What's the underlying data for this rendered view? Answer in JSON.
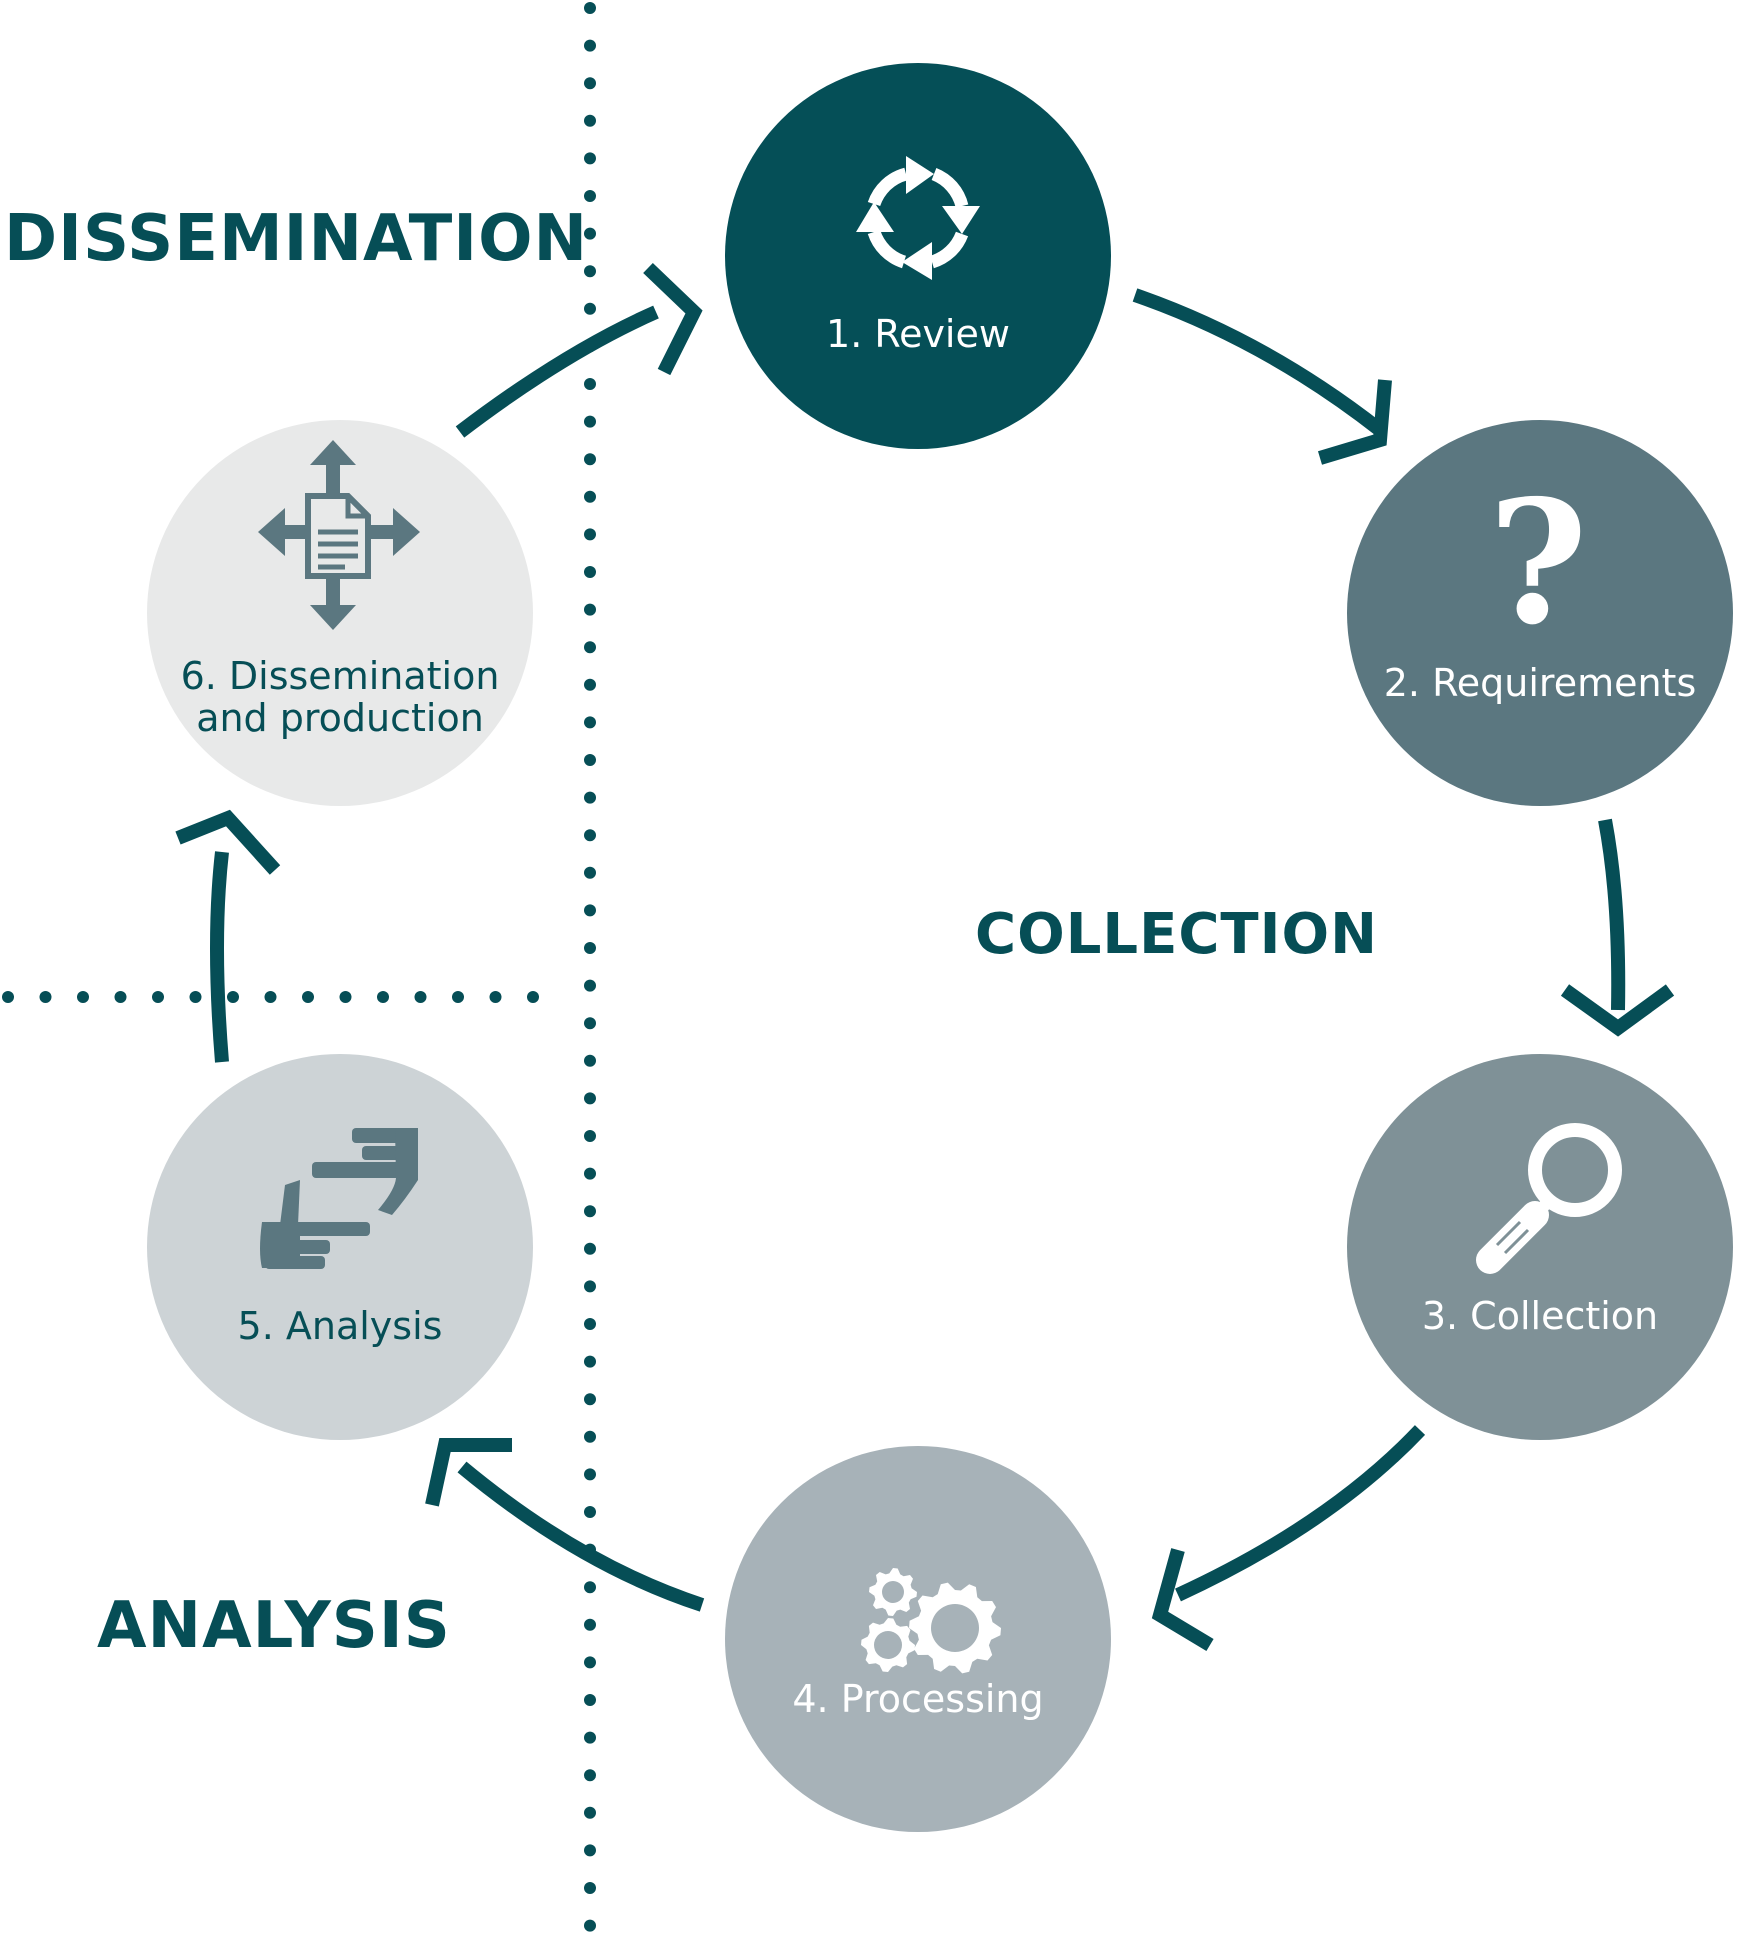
{
  "sections": {
    "dissemination": "DISSEMINATION",
    "collection": "COLLECTION",
    "analysis": "ANALYSIS"
  },
  "steps": [
    {
      "label": "1. Review",
      "icon": "refresh-cycle-icon",
      "fill": "#054f57",
      "text_color": "#ffffff"
    },
    {
      "label": "2. Requirements",
      "icon": "question-mark-icon",
      "fill": "#5b7780",
      "text_color": "#ffffff"
    },
    {
      "label": "3. Collection",
      "icon": "magnifying-glass-icon",
      "fill": "#7f9197",
      "text_color": "#ffffff"
    },
    {
      "label": "4. Processing",
      "icon": "gears-icon",
      "fill": "#a7b2b8",
      "text_color": "#ffffff"
    },
    {
      "label": "5. Analysis",
      "icon": "framing-hands-icon",
      "fill": "#cdd3d6",
      "text_color": "#064e56"
    },
    {
      "label": "6. Dissemination\nand production",
      "icon": "document-distribute-icon",
      "fill": "#e8e9e9",
      "text_color": "#064e56"
    }
  ],
  "colors": {
    "accent": "#064e56",
    "arrow": "#064e56",
    "dotted_divider": "#064e56"
  }
}
